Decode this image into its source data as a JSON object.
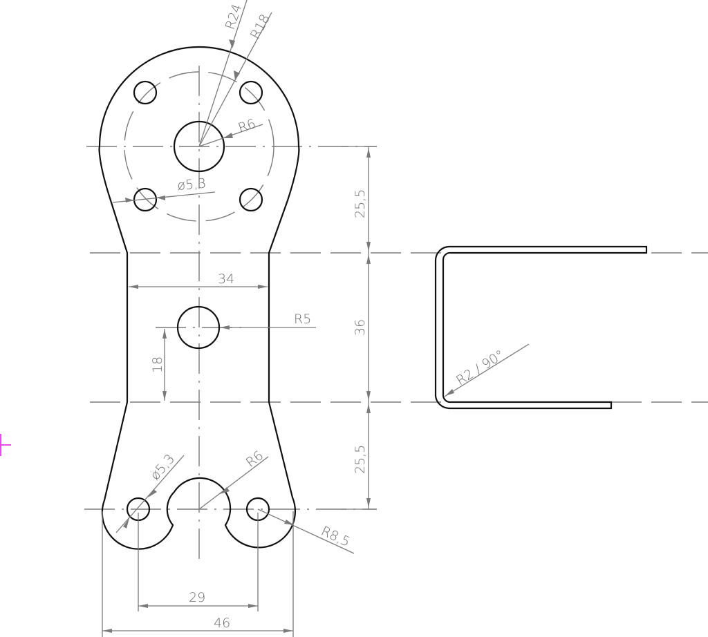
{
  "drawing": {
    "type": "sheet-metal bracket technical drawing",
    "views": [
      "front-flat-pattern",
      "side-bent-profile"
    ],
    "colors": {
      "outline": "#111111",
      "centerline": "#7a7a7a",
      "dimension": "#7a7a7a",
      "dimension_text": "#6e6e6e",
      "ucs_marker": "#e020e0"
    }
  },
  "dimensions": {
    "top_outer_radius": "R24",
    "bolt_circle_radius": "R18",
    "center_hole_radius": "R6",
    "top_hole_diameter": "ø5,3",
    "upper_height": "25,5",
    "middle_height": "36",
    "lower_height": "25,5",
    "middle_width": "34",
    "middle_hole_radius": "R5",
    "middle_hole_offset": "18",
    "bottom_hole_diameter": "ø5,3",
    "bottom_notch_radius": "R6",
    "bottom_lobe_radius": "R8,5",
    "bottom_hole_spacing": "29",
    "bottom_overall_width": "46",
    "bend_note": "R2  /  90°"
  }
}
